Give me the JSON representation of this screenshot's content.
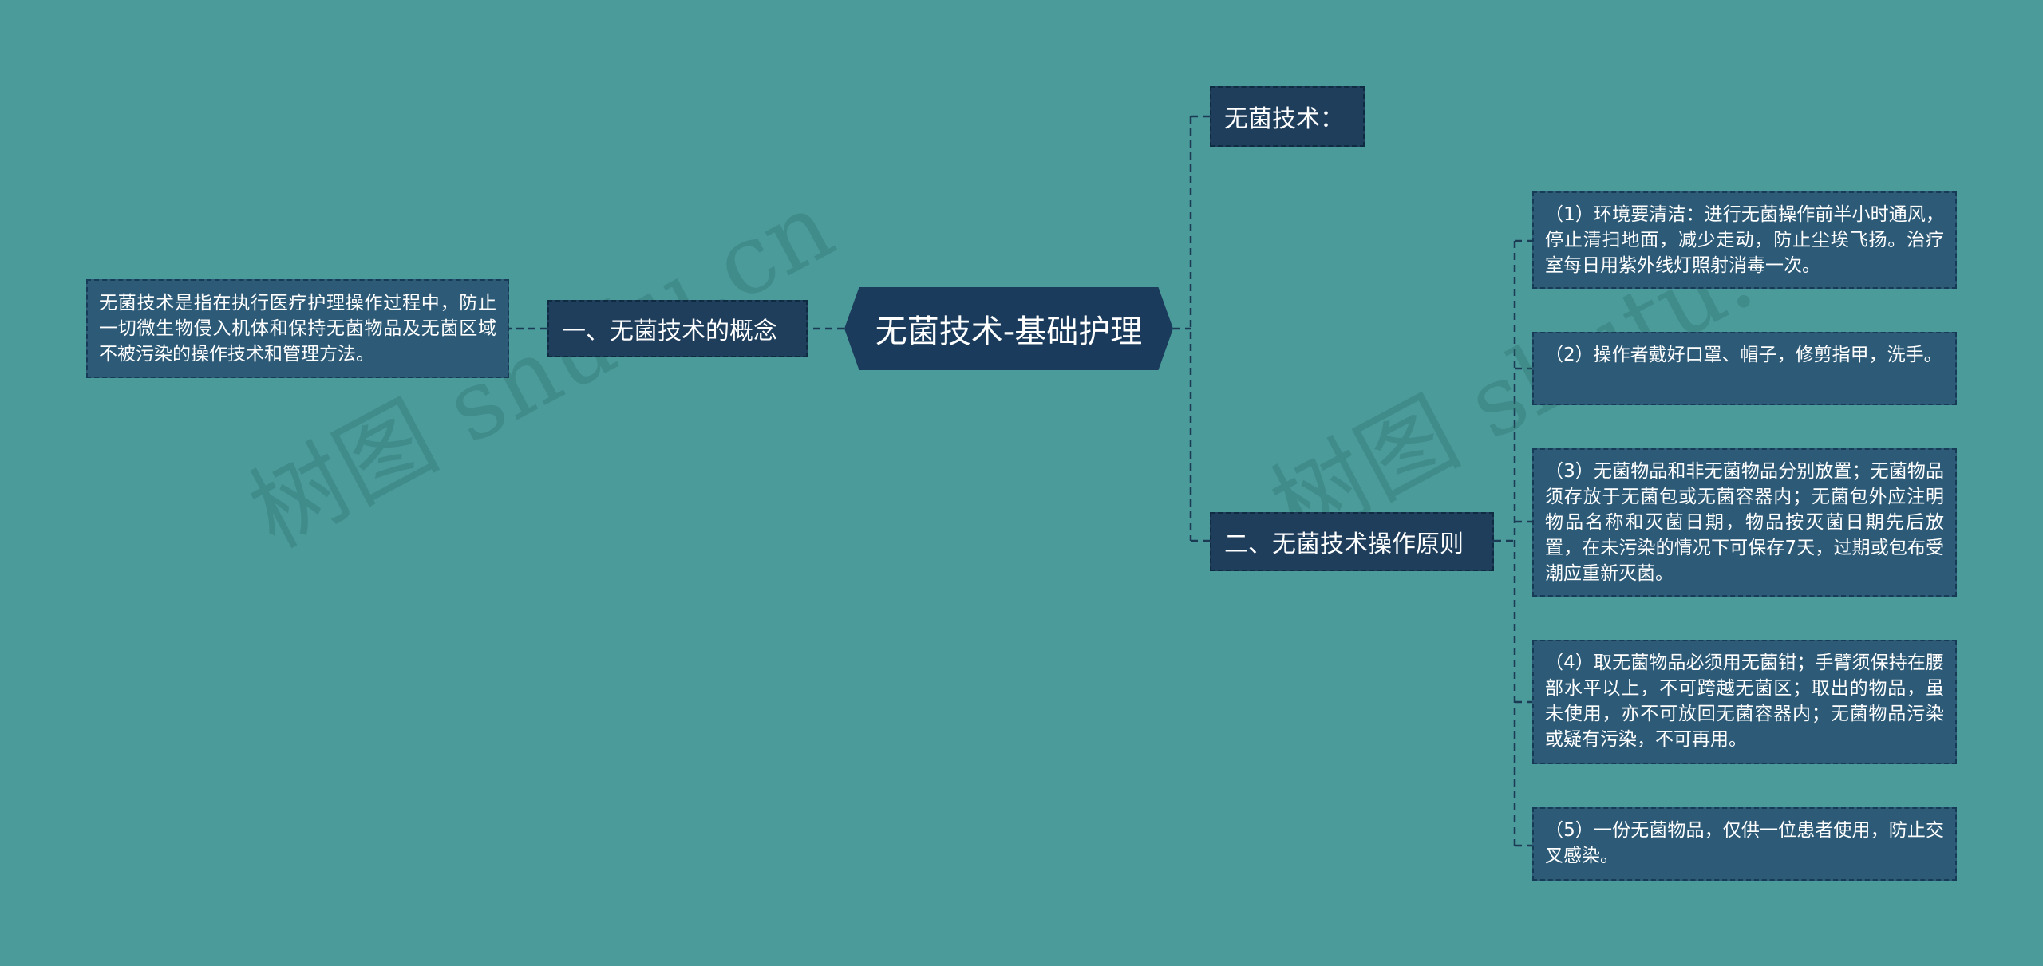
{
  "diagram": {
    "root": "无菌技术-基础护理",
    "branches": {
      "concept": {
        "label": "一、无菌技术的概念",
        "detail": "无菌技术是指在执行医疗护理操作过程中，防止一切微生物侵入机体和保持无菌物品及无菌区域不被污染的操作技术和管理方法。"
      },
      "definition": {
        "label": "无菌技术："
      },
      "principles": {
        "label": "二、无菌技术操作原则",
        "items": [
          "（1）环境要清洁：进行无菌操作前半小时通风，停止清扫地面，减少走动，防止尘埃飞扬。治疗室每日用紫外线灯照射消毒一次。",
          "（2）操作者戴好口罩、帽子，修剪指甲，洗手。",
          "（3）无菌物品和非无菌物品分别放置；无菌物品须存放于无菌包或无菌容器内；无菌包外应注明物品名称和灭菌日期，物品按灭菌日期先后放置，在未污染的情况下可保存7天，过期或包布受潮应重新灭菌。",
          "（4）取无菌物品必须用无菌钳；手臂须保持在腰部水平以上，不可跨越无菌区；取出的物品，虽未使用，亦不可放回无菌容器内；无菌物品污染或疑有污染，不可再用。",
          "（5）一份无菌物品，仅供一位患者使用，防止交叉感染。"
        ]
      }
    },
    "watermarks": [
      "树图 shutu.cn",
      "树图 shutu.cn"
    ]
  },
  "colors": {
    "background": "#4c9b9b",
    "root": "#1a3b5b",
    "level1": "#1f3e5c",
    "leaf": "#2d5a77",
    "connector": "#1b3b55"
  }
}
